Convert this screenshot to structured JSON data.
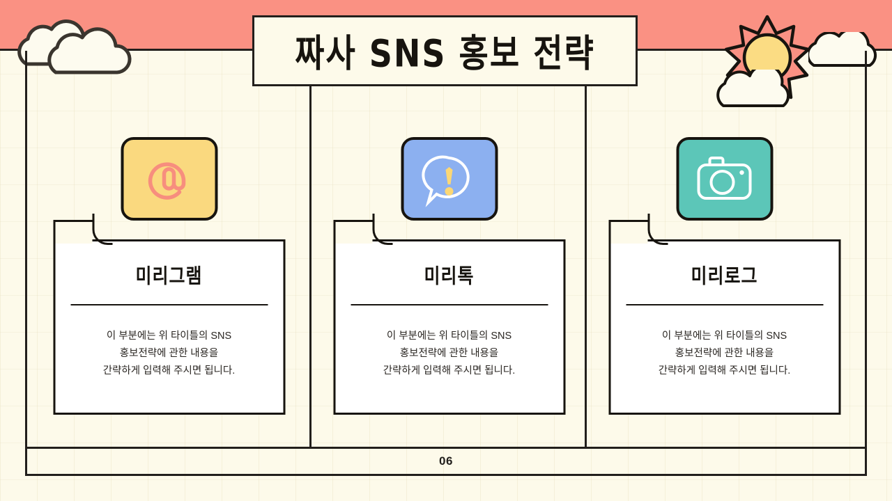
{
  "slide": {
    "title": "짜사 SNS 홍보 전략",
    "page_number": "06"
  },
  "theme": {
    "band": "#FA9183",
    "background": "#FDFAEA",
    "ink": "#17140F",
    "card_bg": "#FFFFFF",
    "icon_yellow": "#FAD97F",
    "icon_blue": "#8CB0F0",
    "icon_teal": "#5CC6B8",
    "sun_body": "#FBDC83",
    "sun_rays": "#FA9183",
    "cloud": "#FDFBEF"
  },
  "decorations": {
    "clouds_left": "cloud-pair-icon",
    "sun_right": "sun-icon",
    "cloud_right": "cloud-icon"
  },
  "columns": [
    {
      "icon": "at-sign-icon",
      "icon_color": "#FAD97F",
      "title": "미리그램",
      "body": [
        "이 부분에는 위 타이틀의 SNS",
        "홍보전략에 관한 내용을",
        "간략하게 입력해 주시면 됩니다."
      ]
    },
    {
      "icon": "speech-bubble-exclamation-icon",
      "icon_color": "#8CB0F0",
      "title": "미리톡",
      "body": [
        "이 부분에는 위 타이틀의 SNS",
        "홍보전략에 관한 내용을",
        "간략하게 입력해 주시면 됩니다."
      ]
    },
    {
      "icon": "camera-icon",
      "icon_color": "#5CC6B8",
      "title": "미리로그",
      "body": [
        "이 부분에는 위 타이틀의 SNS",
        "홍보전략에 관한 내용을",
        "간략하게 입력해 주시면 됩니다."
      ]
    }
  ]
}
